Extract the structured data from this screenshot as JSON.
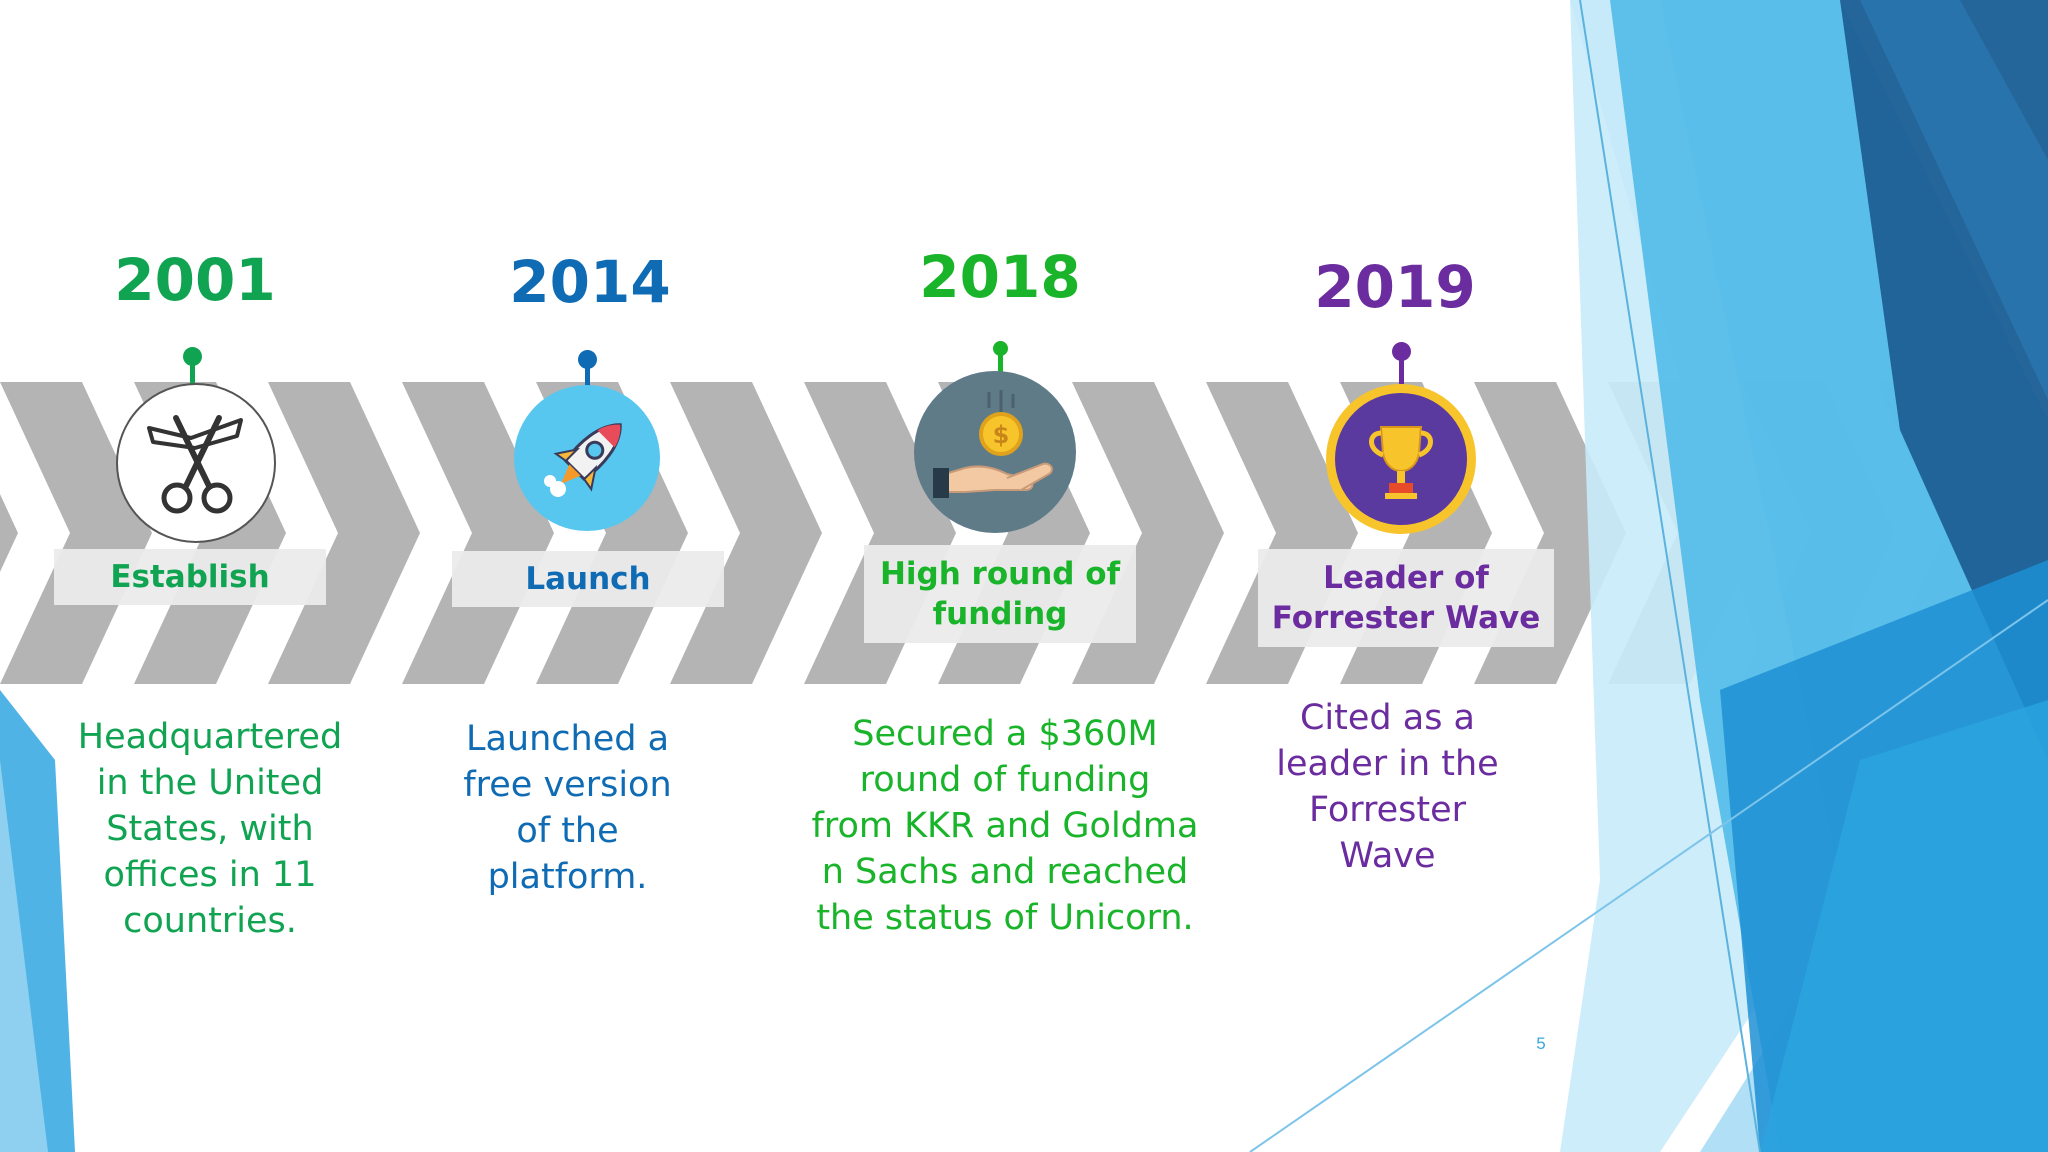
{
  "slide": {
    "page_number": "5"
  },
  "colors": {
    "green": "#10a452",
    "blue": "#0f6bb3",
    "bright_green": "#19b42a",
    "purple": "#6b2c9f",
    "arrow_gray": "#b4b4b4"
  },
  "milestones": [
    {
      "year": "2001",
      "label": "Establish",
      "description": "Headquartered\nin the United\nStates, with\noffices in 11\ncountries.",
      "icon": "scissors-ribbon-icon",
      "color": "#10a452"
    },
    {
      "year": "2014",
      "label": "Launch",
      "description": "Launched a\nfree version\nof the\nplatform.",
      "icon": "rocket-icon",
      "color": "#0f6bb3"
    },
    {
      "year": "2018",
      "label": "High round of\nfunding",
      "description": "Secured a $360M\nround of funding\nfrom KKR and Goldma\nn Sachs and reached\nthe status of Unicorn.",
      "icon": "coin-hand-icon",
      "color": "#19b42a"
    },
    {
      "year": "2019",
      "label": "Leader of\nForrester Wave",
      "description": "Cited as a\nleader in the\nForrester\nWave",
      "icon": "trophy-icon",
      "color": "#6b2c9f"
    }
  ]
}
